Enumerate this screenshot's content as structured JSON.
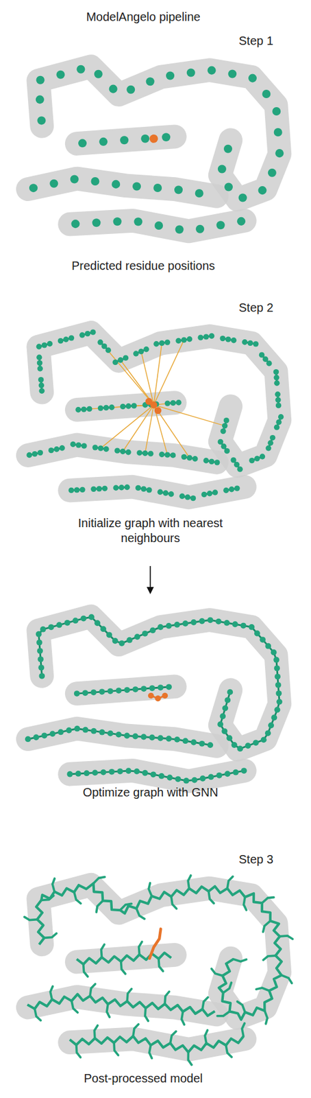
{
  "diagram": {
    "title": "ModelAngelo pipeline",
    "labels": [
      "Step 1",
      "Predicted residue positions",
      "Step 2",
      "Initialize graph with nearest neighbours",
      "Optimize graph with GNN",
      "Step 3",
      "Post-processed model"
    ]
  }
}
